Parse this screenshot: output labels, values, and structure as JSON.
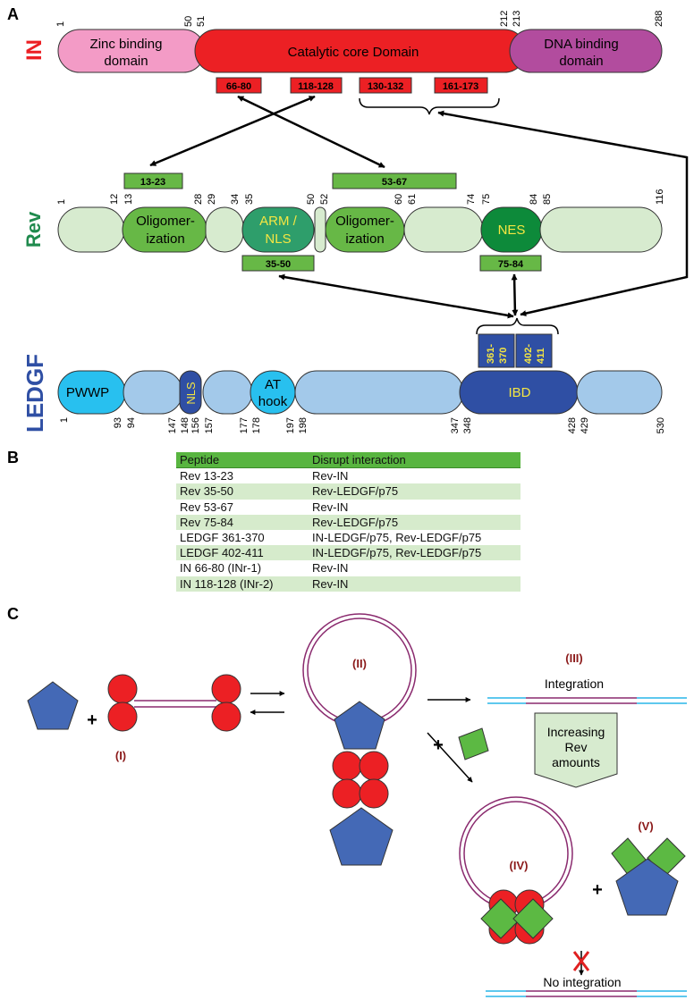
{
  "panels": {
    "a": "A",
    "b": "B",
    "c": "C"
  },
  "proteins": {
    "in": "IN",
    "rev": "Rev",
    "ledgf": "LEDGF"
  },
  "in_domains": {
    "zinc": [
      "Zinc binding",
      "domain"
    ],
    "core": "Catalytic core Domain",
    "dna": [
      "DNA binding",
      "domain"
    ]
  },
  "in_numbers": [
    "1",
    "50",
    "51",
    "212",
    "213",
    "288"
  ],
  "in_peptides": [
    "66-80",
    "118-128",
    "130-132",
    "161-173"
  ],
  "rev_numbers": [
    "1",
    "12",
    "13",
    "28",
    "29",
    "34",
    "35",
    "50",
    "52",
    "60",
    "61",
    "74",
    "75",
    "84",
    "85",
    "116"
  ],
  "rev_domains": {
    "olig1": [
      "Oligomer-",
      "ization"
    ],
    "arm": [
      "ARM /",
      "NLS"
    ],
    "olig2": [
      "Oligomer-",
      "ization"
    ],
    "nes": "NES"
  },
  "rev_peptides": [
    "13-23",
    "53-67",
    "35-50",
    "75-84"
  ],
  "ledgf_peptides": [
    [
      "361-",
      "370"
    ],
    [
      "402-",
      "411"
    ]
  ],
  "ledgf_domains": {
    "pwwp": "PWWP",
    "nls": "NLS",
    "athook": [
      "AT",
      "hook"
    ],
    "ibd": "IBD"
  },
  "ledgf_numbers": [
    "1",
    "93",
    "94",
    "147",
    "148",
    "156",
    "157",
    "177",
    "178",
    "197",
    "198",
    "347",
    "348",
    "428",
    "429",
    "530"
  ],
  "table": {
    "headers": [
      "Peptide",
      "Disrupt interaction"
    ],
    "rows": [
      [
        "Rev 13-23",
        "Rev-IN"
      ],
      [
        "Rev 35-50",
        "Rev-LEDGF/p75"
      ],
      [
        "Rev 53-67",
        "Rev-IN"
      ],
      [
        "Rev 75-84",
        "Rev-LEDGF/p75"
      ],
      [
        "LEDGF 361-370",
        "IN-LEDGF/p75, Rev-LEDGF/p75"
      ],
      [
        "LEDGF 402-411",
        "IN-LEDGF/p75, Rev-LEDGF/p75"
      ],
      [
        "IN 66-80 (INr-1)",
        "Rev-IN"
      ],
      [
        "IN 118-128 (INr-2)",
        "Rev-IN"
      ]
    ]
  },
  "panel_c": {
    "labels": [
      "(I)",
      "(II)",
      "(III)",
      "(IV)",
      "(V)"
    ],
    "plus": "+",
    "integration": "Integration",
    "increasing": [
      "Increasing",
      "Rev",
      "amounts"
    ],
    "no_integration": "No integration"
  },
  "colors": {
    "in_red": "#ec2024",
    "zinc_pink": "#f39bc6",
    "dna_purple": "#b24c9e",
    "rev_light": "#d7ebcf",
    "rev_mid": "#67b846",
    "rev_arm": "#2e9e6b",
    "rev_nes": "#0d8a3a",
    "ledgf_light": "#a3c9ea",
    "ledgf_cyan": "#28c0ef",
    "ledgf_dark": "#2f4fa4",
    "pentagon": "#4469b6",
    "diamond": "#5cb943",
    "dna_purple_line": "#8a2a6e",
    "dna_cyan_line": "#29b6e8",
    "label_brown": "#8b1a1a",
    "yellow_text": "#f5e642"
  }
}
